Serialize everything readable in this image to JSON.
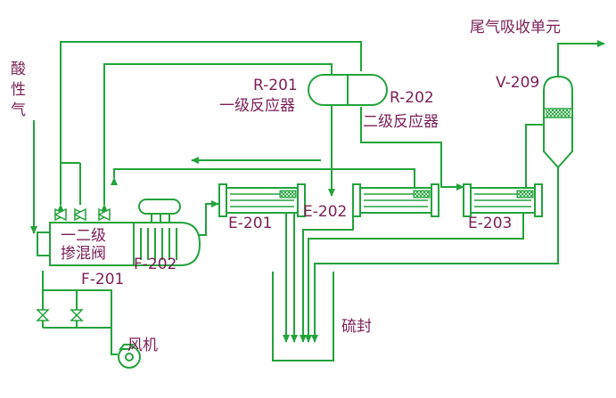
{
  "colors": {
    "line": "#22a33b",
    "text": "#7a1f55",
    "white": "#ffffff"
  },
  "labels": {
    "acid_gas_1": "酸",
    "acid_gas_2": "性",
    "acid_gas_3": "气",
    "tail_gas": "尾气吸收单元",
    "r201_code": "R-201",
    "r201_name": "一级反应器",
    "r202_code": "R-202",
    "r202_name": "二级反应器",
    "v209": "V-209",
    "mixer_line1": "一二级",
    "mixer_line2": "掺混阀",
    "f201": "F-201",
    "f202": "F-202",
    "e201": "E-201",
    "e202": "E-202",
    "e203": "E-203",
    "sulfur_seal": "硫封",
    "blower": "风机"
  },
  "icons": {
    "valve": "valve-icon",
    "fan": "fan-icon",
    "arrow": "arrow-icon"
  }
}
